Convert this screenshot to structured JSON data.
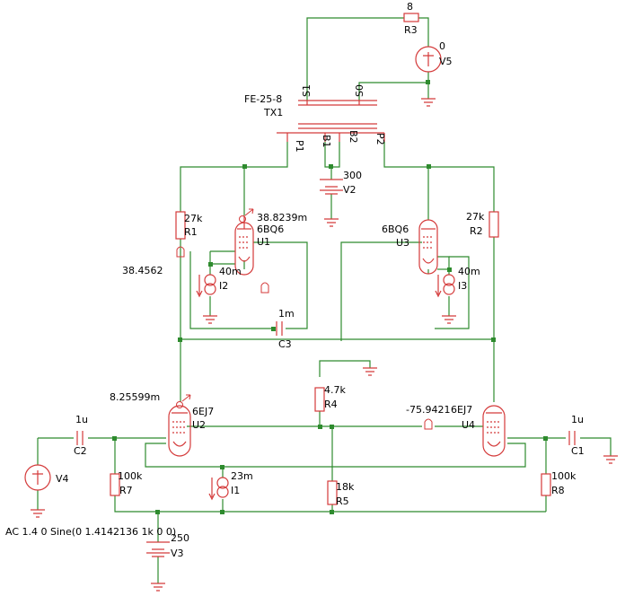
{
  "colors": {
    "wire": "#2e8b2e",
    "component": "#d43a3a",
    "text": "#000000",
    "background": "#ffffff"
  },
  "labels": {
    "r3_val": "8",
    "r3_ref": "R3",
    "v5_val": "0",
    "v5_ref": "V5",
    "tx_model": "FE-25-8",
    "tx_ref": "TX1",
    "s1": "S1",
    "s0": "S0",
    "p1": "P1",
    "b1": "B1",
    "b2": "B2",
    "p2": "P2",
    "v2_val": "300",
    "v2_ref": "V2",
    "r1_val": "27k",
    "r1_ref": "R1",
    "r2_val": "27k",
    "r2_ref": "R2",
    "u1_probe": "38.8239m",
    "u1_model": "6BQ6",
    "u1_ref": "U1",
    "u3_model": "6BQ6",
    "u3_ref": "U3",
    "probe_left": "38.4562",
    "i2_val": "40m",
    "i2_ref": "I2",
    "i3_val": "40m",
    "i3_ref": "I3",
    "c3_val": "1m",
    "c3_ref": "C3",
    "r4_val": "4.7k",
    "r4_ref": "R4",
    "u2_probe": "8.25599m",
    "u2_model": "6EJ7",
    "u2_ref": "U2",
    "u4_probe": "-75.9421",
    "u4_model": "6EJ7",
    "u4_ref": "U4",
    "c2_val": "1u",
    "c2_ref": "C2",
    "c1_val": "1u",
    "c1_ref": "C1",
    "r7_val": "100k",
    "r7_ref": "R7",
    "r8_val": "100k",
    "r8_ref": "R8",
    "i1_val": "23m",
    "i1_ref": "I1",
    "r5_val": "18k",
    "r5_ref": "R5",
    "v4_ref": "V4",
    "v4_spec": "AC 1.4 0 Sine(0 1.4142136 1k 0 0)",
    "v3_val": "250",
    "v3_ref": "V3"
  }
}
